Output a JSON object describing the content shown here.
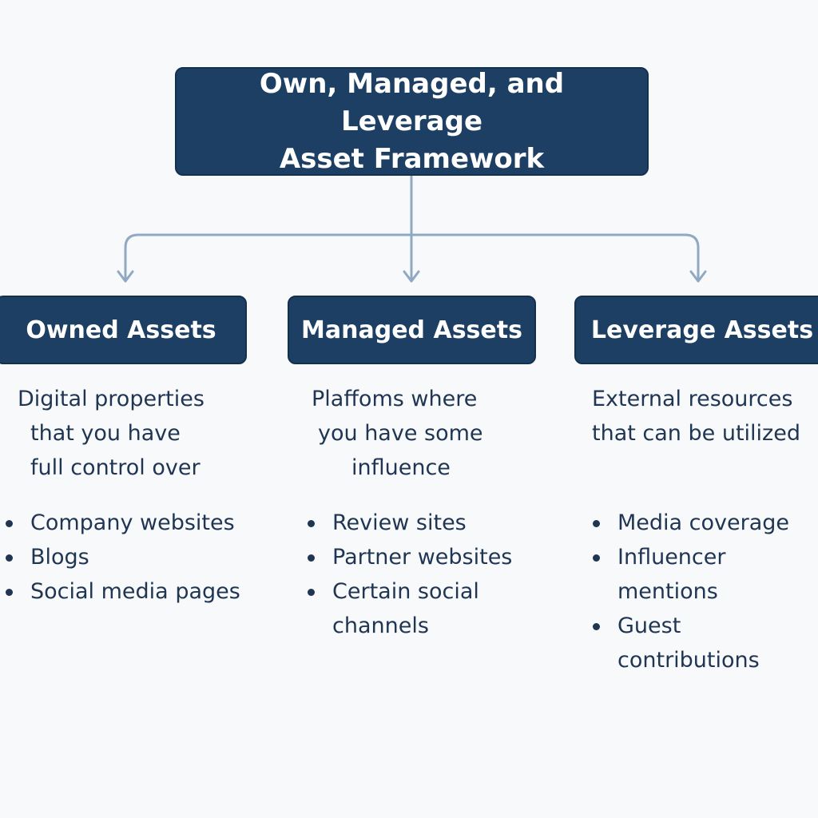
{
  "root": {
    "title_line1": "Own, Managed, and Leverage",
    "title_line2": "Asset Framework"
  },
  "categories": [
    {
      "title": "Owned Assets",
      "description": [
        "Digital properties",
        "that you have",
        "full control over"
      ],
      "items": [
        "Company websites",
        "Blogs",
        "Social media pages"
      ]
    },
    {
      "title": "Managed Assets",
      "description": [
        "Plaffoms where",
        "you have some",
        "influence"
      ],
      "items": [
        "Review sites",
        "Partner websites",
        "Certain social channels"
      ]
    },
    {
      "title": "Leverage Assets",
      "description": [
        "External resources",
        "that can be utilized"
      ],
      "items": [
        "Media coverage",
        "Influencer mentions",
        "Guest contributions"
      ]
    }
  ],
  "colors": {
    "box_fill": "#1d3f63",
    "box_text": "#ffffff",
    "connector": "#8fa9c3",
    "body_text": "#1f3552",
    "background": "#f8f9fb"
  }
}
